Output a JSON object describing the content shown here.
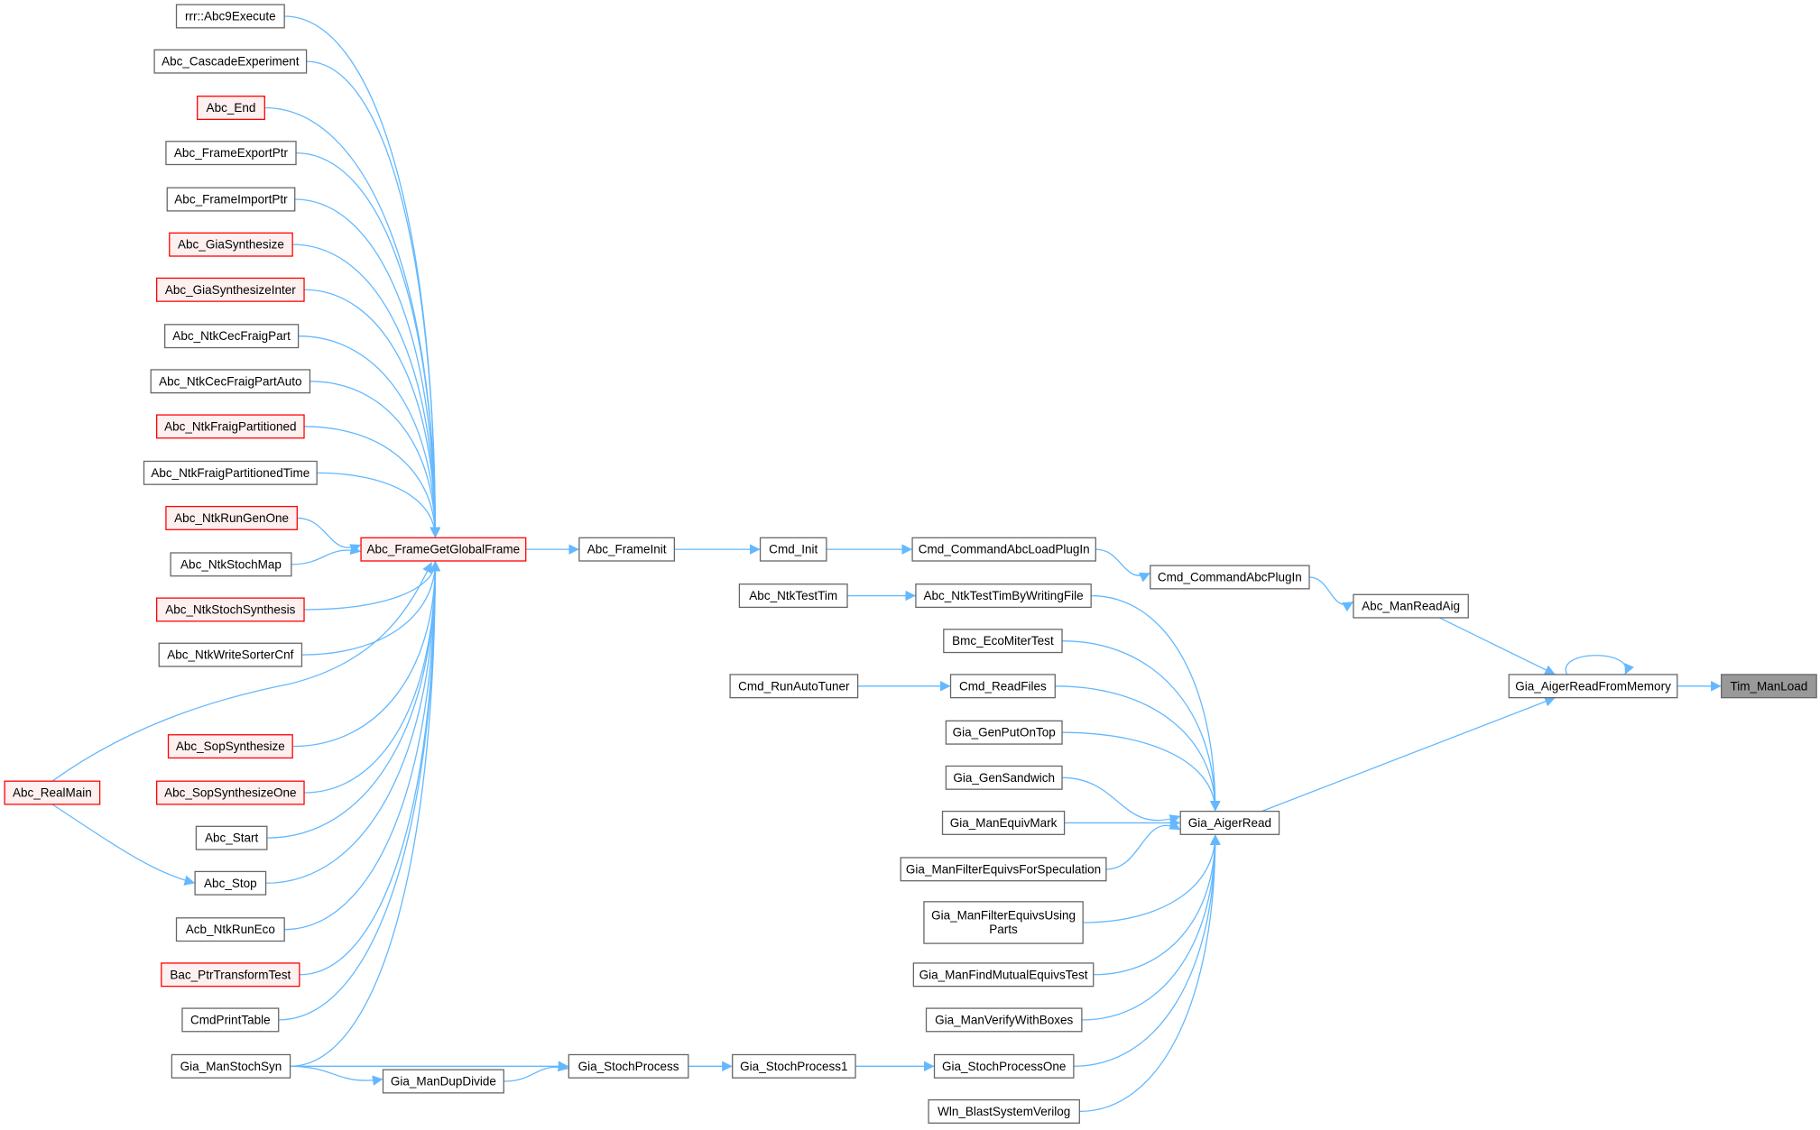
{
  "colors": {
    "edge": "#63b8ff",
    "normal_border": "#666666",
    "normal_fill": "#ffffff",
    "red_border": "#ff0000",
    "red_fill": "#fff0f0",
    "focus_fill": "#999999"
  },
  "nodes": [
    {
      "id": "rrr",
      "label": "rrr::Abc9Execute",
      "style": "normal"
    },
    {
      "id": "casc",
      "label": "Abc_CascadeExperiment",
      "style": "normal"
    },
    {
      "id": "end",
      "label": "Abc_End",
      "style": "red"
    },
    {
      "id": "fexp",
      "label": "Abc_FrameExportPtr",
      "style": "normal"
    },
    {
      "id": "fimp",
      "label": "Abc_FrameImportPtr",
      "style": "normal"
    },
    {
      "id": "gsyn",
      "label": "Abc_GiaSynthesize",
      "style": "red"
    },
    {
      "id": "gsyni",
      "label": "Abc_GiaSynthesizeInter",
      "style": "red"
    },
    {
      "id": "cecp",
      "label": "Abc_NtkCecFraigPart",
      "style": "normal"
    },
    {
      "id": "cecpa",
      "label": "Abc_NtkCecFraigPartAuto",
      "style": "normal"
    },
    {
      "id": "fpart",
      "label": "Abc_NtkFraigPartitioned",
      "style": "red"
    },
    {
      "id": "fpartt",
      "label": "Abc_NtkFraigPartitionedTime",
      "style": "normal"
    },
    {
      "id": "rgen",
      "label": "Abc_NtkRunGenOne",
      "style": "red"
    },
    {
      "id": "smap",
      "label": "Abc_NtkStochMap",
      "style": "normal"
    },
    {
      "id": "ssyn",
      "label": "Abc_NtkStochSynthesis",
      "style": "red"
    },
    {
      "id": "wsort",
      "label": "Abc_NtkWriteSorterCnf",
      "style": "normal"
    },
    {
      "id": "sop",
      "label": "Abc_SopSynthesize",
      "style": "red"
    },
    {
      "id": "sop1",
      "label": "Abc_SopSynthesizeOne",
      "style": "red"
    },
    {
      "id": "start",
      "label": "Abc_Start",
      "style": "normal"
    },
    {
      "id": "stop",
      "label": "Abc_Stop",
      "style": "normal"
    },
    {
      "id": "acb",
      "label": "Acb_NtkRunEco",
      "style": "normal"
    },
    {
      "id": "bac",
      "label": "Bac_PtrTransformTest",
      "style": "red"
    },
    {
      "id": "cpt",
      "label": "CmdPrintTable",
      "style": "normal"
    },
    {
      "id": "mss",
      "label": "Gia_ManStochSyn",
      "style": "normal"
    },
    {
      "id": "realmain",
      "label": "Abc_RealMain",
      "style": "red"
    },
    {
      "id": "dupdiv",
      "label": "Gia_ManDupDivide",
      "style": "normal"
    },
    {
      "id": "sp",
      "label": "Gia_StochProcess",
      "style": "normal"
    },
    {
      "id": "sp1",
      "label": "Gia_StochProcess1",
      "style": "normal"
    },
    {
      "id": "spo",
      "label": "Gia_StochProcessOne",
      "style": "normal"
    },
    {
      "id": "ggf",
      "label": "Abc_FrameGetGlobalFrame",
      "style": "red"
    },
    {
      "id": "finit",
      "label": "Abc_FrameInit",
      "style": "normal"
    },
    {
      "id": "cinit",
      "label": "Cmd_Init",
      "style": "normal"
    },
    {
      "id": "loadp",
      "label": "Cmd_CommandAbcLoadPlugIn",
      "style": "normal"
    },
    {
      "id": "plugin",
      "label": "Cmd_CommandAbcPlugIn",
      "style": "normal"
    },
    {
      "id": "mra",
      "label": "Abc_ManReadAig",
      "style": "normal"
    },
    {
      "id": "arfm",
      "label": "Gia_AigerReadFromMemory",
      "style": "normal"
    },
    {
      "id": "tim",
      "label": "Tim_ManLoad",
      "style": "focus"
    },
    {
      "id": "ntt",
      "label": "Abc_NtkTestTim",
      "style": "normal"
    },
    {
      "id": "nttw",
      "label": "Abc_NtkTestTimByWritingFile",
      "style": "normal"
    },
    {
      "id": "bmc",
      "label": "Bmc_EcoMiterTest",
      "style": "normal"
    },
    {
      "id": "rat",
      "label": "Cmd_RunAutoTuner",
      "style": "normal"
    },
    {
      "id": "rf",
      "label": "Cmd_ReadFiles",
      "style": "normal"
    },
    {
      "id": "gpot",
      "label": "Gia_GenPutOnTop",
      "style": "normal"
    },
    {
      "id": "gsw",
      "label": "Gia_GenSandwich",
      "style": "normal"
    },
    {
      "id": "mem",
      "label": "Gia_ManEquivMark",
      "style": "normal"
    },
    {
      "id": "mfes",
      "label": "Gia_ManFilterEquivsForSpeculation",
      "style": "normal"
    },
    {
      "id": "mfeu",
      "label": "Gia_ManFilterEquivsUsingParts",
      "lines": [
        "Gia_ManFilterEquivsUsing",
        "Parts"
      ],
      "style": "normal"
    },
    {
      "id": "mfme",
      "label": "Gia_ManFindMutualEquivsTest",
      "style": "normal"
    },
    {
      "id": "mvwb",
      "label": "Gia_ManVerifyWithBoxes",
      "style": "normal"
    },
    {
      "id": "wln",
      "label": "Wln_BlastSystemVerilog",
      "style": "normal"
    },
    {
      "id": "ar",
      "label": "Gia_AigerRead",
      "style": "normal"
    }
  ],
  "edges": [
    [
      "rrr",
      "ggf"
    ],
    [
      "casc",
      "ggf"
    ],
    [
      "end",
      "ggf"
    ],
    [
      "fexp",
      "ggf"
    ],
    [
      "fimp",
      "ggf"
    ],
    [
      "gsyn",
      "ggf"
    ],
    [
      "gsyni",
      "ggf"
    ],
    [
      "cecp",
      "ggf"
    ],
    [
      "cecpa",
      "ggf"
    ],
    [
      "fpart",
      "ggf"
    ],
    [
      "fpartt",
      "ggf"
    ],
    [
      "rgen",
      "ggf"
    ],
    [
      "smap",
      "ggf"
    ],
    [
      "ssyn",
      "ggf"
    ],
    [
      "wsort",
      "ggf"
    ],
    [
      "realmain",
      "ggf"
    ],
    [
      "sop",
      "ggf"
    ],
    [
      "sop1",
      "ggf"
    ],
    [
      "start",
      "ggf"
    ],
    [
      "stop",
      "ggf"
    ],
    [
      "acb",
      "ggf"
    ],
    [
      "bac",
      "ggf"
    ],
    [
      "cpt",
      "ggf"
    ],
    [
      "mss",
      "ggf"
    ],
    [
      "realmain",
      "stop"
    ],
    [
      "mss",
      "sp"
    ],
    [
      "mss",
      "dupdiv"
    ],
    [
      "dupdiv",
      "sp"
    ],
    [
      "sp",
      "sp1"
    ],
    [
      "sp1",
      "spo"
    ],
    [
      "ggf",
      "finit"
    ],
    [
      "finit",
      "cinit"
    ],
    [
      "cinit",
      "loadp"
    ],
    [
      "loadp",
      "plugin"
    ],
    [
      "plugin",
      "mra"
    ],
    [
      "mra",
      "arfm"
    ],
    [
      "arfm",
      "arfm"
    ],
    [
      "arfm",
      "tim"
    ],
    [
      "ar",
      "arfm"
    ],
    [
      "ntt",
      "nttw"
    ],
    [
      "rat",
      "rf"
    ],
    [
      "nttw",
      "ar"
    ],
    [
      "bmc",
      "ar"
    ],
    [
      "rf",
      "ar"
    ],
    [
      "gpot",
      "ar"
    ],
    [
      "gsw",
      "ar"
    ],
    [
      "mem",
      "ar"
    ],
    [
      "mfes",
      "ar"
    ],
    [
      "mfeu",
      "ar"
    ],
    [
      "mfme",
      "ar"
    ],
    [
      "mvwb",
      "ar"
    ],
    [
      "spo",
      "ar"
    ],
    [
      "wln",
      "ar"
    ]
  ]
}
